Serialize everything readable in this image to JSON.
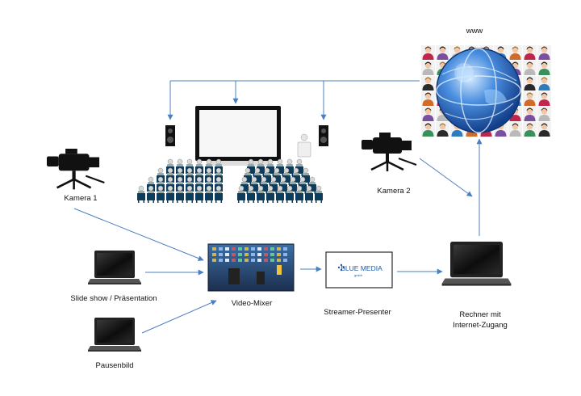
{
  "diagram": {
    "labels": {
      "www": "www",
      "kamera1": "Kamera 1",
      "kamera2": "Kamera 2",
      "slideshow": "Slide show / Präsentation",
      "pausenbild": "Pausenbild",
      "videomixer": "Video-Mixer",
      "streamer": "Streamer-Presenter",
      "rechner_line1": "Rechner mit",
      "rechner_line2": "Internet-Zugang"
    },
    "logo": {
      "line1": "BLUE MEDIA",
      "line2": "gmbh"
    },
    "icons": {
      "camera": "video-camera-icon",
      "laptop": "laptop-icon",
      "speaker": "speaker-icon",
      "globe": "globe-icon",
      "audience": "audience-icon",
      "screen": "projection-screen-icon",
      "mixer": "video-mixer-icon",
      "people": "people-grid-icon"
    },
    "colors": {
      "arrow": "#4a7fc1",
      "logo_blue": "#1b5aa8",
      "globe_blue": "#2f6fd0"
    }
  }
}
